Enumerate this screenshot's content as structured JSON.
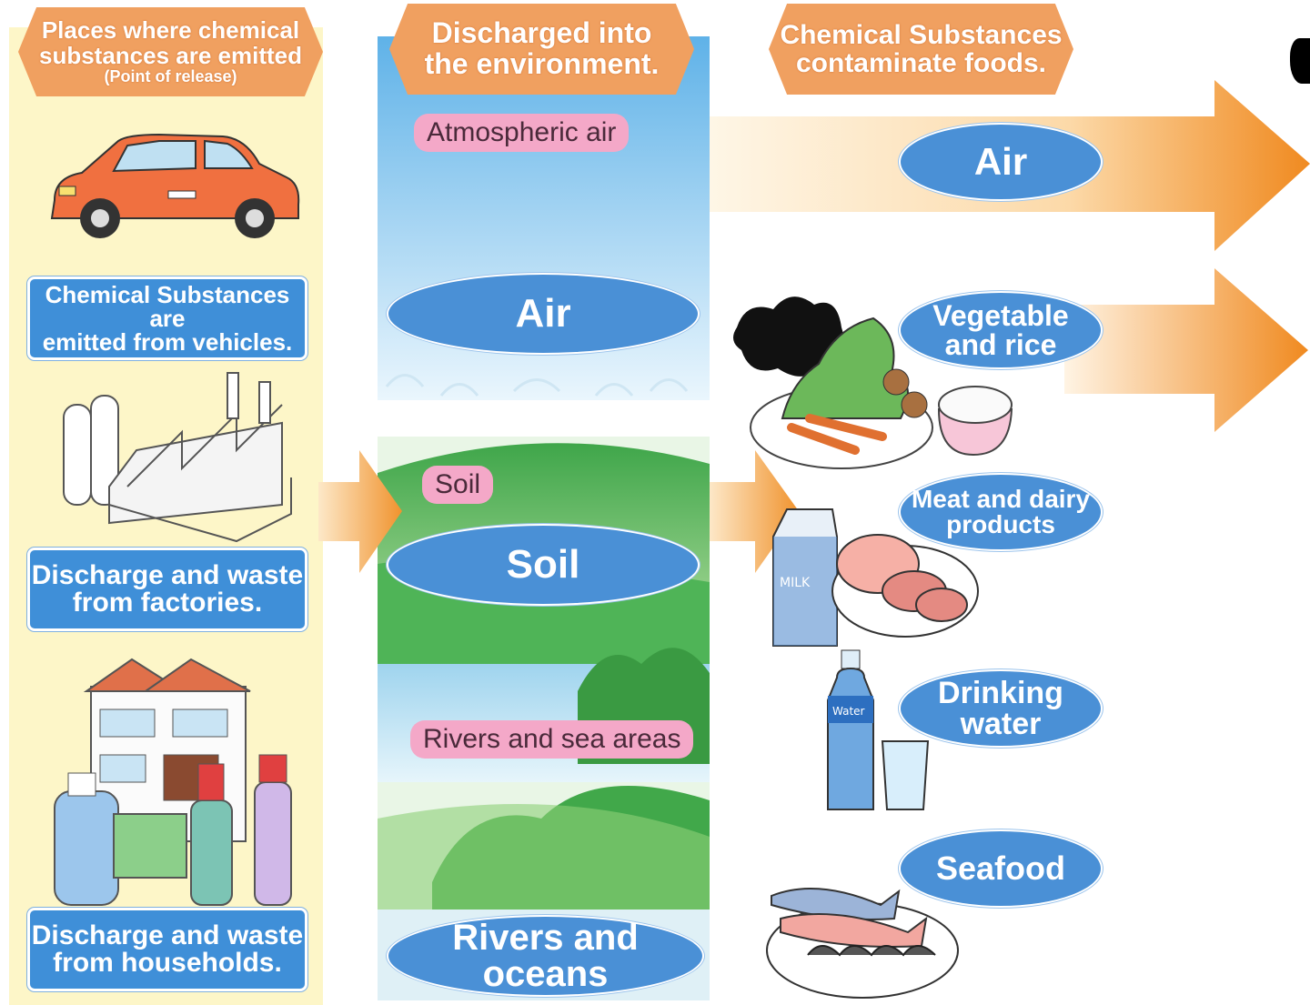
{
  "headers": {
    "release_line1": "Places where chemical",
    "release_line2": "substances are emitted",
    "release_line3": "(Point of release)",
    "env_line1": "Discharged into",
    "env_line2": "the environment.",
    "food_line1": "Chemical Substances",
    "food_line2": "contaminate foods."
  },
  "sources": {
    "vehicles_line1": "Chemical Substances are",
    "vehicles_line2": "emitted from vehicles.",
    "factories_line1": "Discharge and waste",
    "factories_line2": "from factories.",
    "households_line1": "Discharge and waste",
    "households_line2": "from households."
  },
  "environment": {
    "atmospheric_tag": "Atmospheric air",
    "air": "Air",
    "soil_tag": "Soil",
    "soil": "Soil",
    "rivers_tag": "Rivers and sea areas",
    "rivers_oceans": "Rivers and oceans"
  },
  "foods": {
    "air": "Air",
    "veg_line1": "Vegetable",
    "veg_line2": "and rice",
    "meat_line1": "Meat and dairy",
    "meat_line2": "products",
    "water_line1": "Drinking",
    "water_line2": "water",
    "seafood": "Seafood"
  },
  "labels": {
    "milk": "MILK",
    "water_bottle": "Water"
  },
  "colors": {
    "header_orange": "#f0a060",
    "pill_blue": "#4a90d6",
    "tag_pink": "#f4a8c8",
    "arrow_orange": "#f09a3a",
    "left_panel_yellow": "#fdf6c8"
  }
}
